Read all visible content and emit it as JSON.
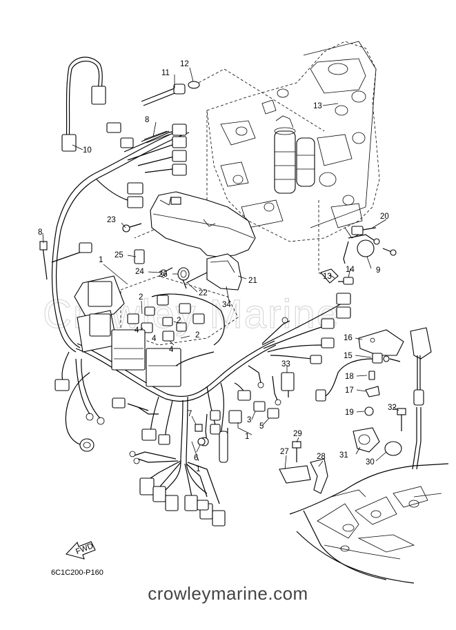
{
  "watermark_text": "Crowley Marine",
  "diagram_code": "6C1C200-P160",
  "footer_text": "crowleymarine.com",
  "fwd_label": "FWD",
  "callouts": {
    "c1a": "1",
    "c1b": "1",
    "c1c": "1",
    "c2a": "2",
    "c2b": "2",
    "c2c": "2",
    "c3": "3",
    "c4a": "4",
    "c4b": "4",
    "c4c": "4",
    "c5": "5",
    "c6": "6",
    "c7": "7",
    "c8a": "8",
    "c8b": "8",
    "c9": "9",
    "c10": "10",
    "c11": "11",
    "c12": "12",
    "c13a": "13",
    "c13b": "13",
    "c14": "14",
    "c15": "15",
    "c16": "16",
    "c17": "17",
    "c18": "18",
    "c19": "19",
    "c20": "20",
    "c21": "21",
    "c22": "22",
    "c23": "23",
    "c24": "24",
    "c25": "25",
    "c26": "26",
    "c27": "27",
    "c28": "28",
    "c29": "29",
    "c30": "30",
    "c31": "31",
    "c32": "32",
    "c33": "33",
    "c34": "34"
  }
}
